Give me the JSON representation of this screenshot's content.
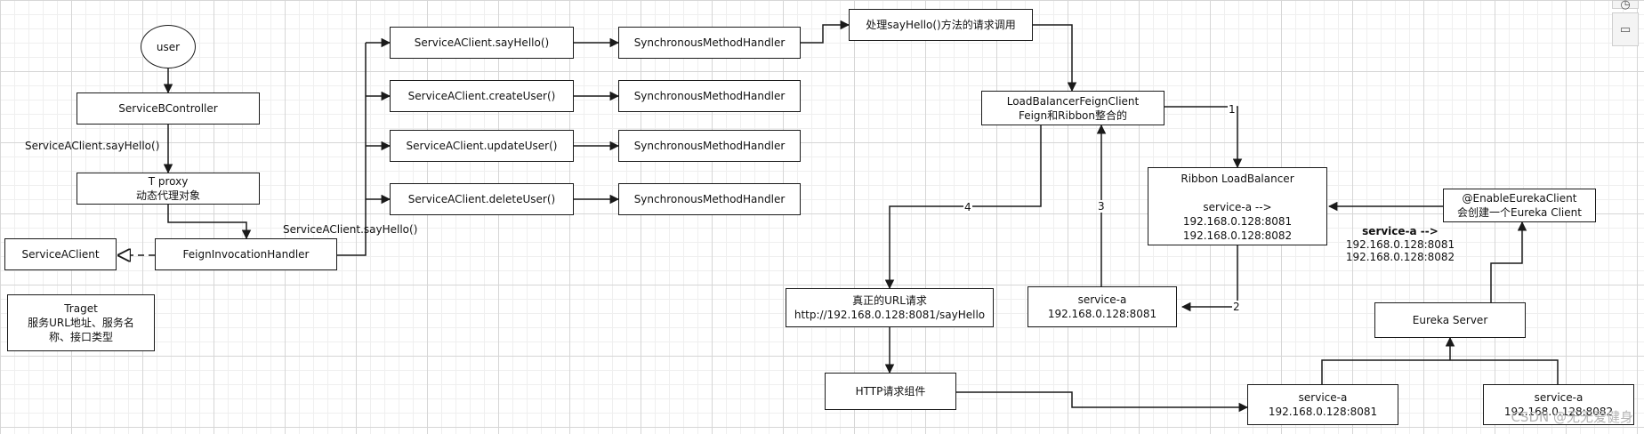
{
  "nodes": {
    "user": "user",
    "service_b_controller": "ServiceBController",
    "t_proxy": "T proxy\n动态代理对象",
    "service_a_client": "ServiceAClient",
    "feign_invocation_handler": "FeignInvocationHandler",
    "target": "Traget\n服务URL地址、服务名\n称、接口类型",
    "say_hello": "ServiceAClient.sayHello()",
    "create_user": "ServiceAClient.createUser()",
    "update_user": "ServiceAClient.updateUser()",
    "delete_user": "ServiceAClient.deleteUser()",
    "handler_1": "SynchronousMethodHandler",
    "handler_2": "SynchronousMethodHandler",
    "handler_3": "SynchronousMethodHandler",
    "handler_4": "SynchronousMethodHandler",
    "process_say_hello": "处理sayHello()方法的请求调用",
    "lb_feign_client": "LoadBalancerFeignClient\nFeign和Ribbon整合的",
    "ribbon_lb": "Ribbon LoadBalancer\n\nservice-a -->\n192.168.0.128:8081\n192.168.0.128:8082",
    "enable_eureka_client": "@EnableEurekaClient\n会创建一个Eureka Client",
    "real_url": "真正的URL请求\nhttp://192.168.0.128:8081/sayHello",
    "service_a_selected": "service-a\n192.168.0.128:8081",
    "eureka_server": "Eureka Server",
    "http_component": "HTTP请求组件",
    "service_a_8081": "service-a\n192.168.0.128:8081",
    "service_a_8082": "service-a\n192.168.0.128:8082"
  },
  "labels": {
    "call_say_hello_left": "ServiceAClient.sayHello()",
    "call_say_hello_mid": "ServiceAClient.sayHello()",
    "registry_title": "service-a -->",
    "registry_addresses": "192.168.0.128:8081\n192.168.0.128:8082",
    "step_1": "1",
    "step_2": "2",
    "step_3": "3",
    "step_4": "4"
  },
  "watermark": "CSDN @无无爱健身",
  "side_buttons": {
    "top": "◷",
    "comment": "▭"
  },
  "colors": {
    "line": "#1a1a1a",
    "grid_major": "#d6d6d6",
    "grid_minor": "#efefef"
  }
}
